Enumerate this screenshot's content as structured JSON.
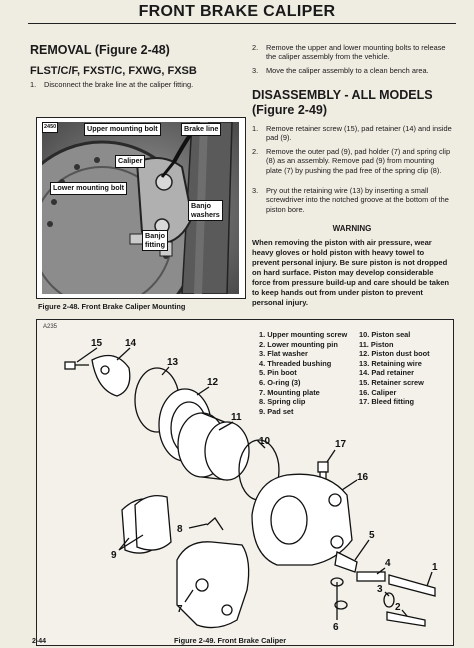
{
  "title": "FRONT BRAKE CALIPER",
  "removal": {
    "heading": "REMOVAL (Figure 2-48)",
    "models": "FLST/C/F, FXST/C, FXWG, FXSB",
    "steps": [
      {
        "num": "1.",
        "text": "Disconnect the brake line at the caliper fitting."
      },
      {
        "num": "2.",
        "text": "Remove the upper and lower mounting bolts to release the caliper assembly from the vehicle."
      },
      {
        "num": "3.",
        "text": "Move the caliper assembly to a clean bench area."
      }
    ]
  },
  "disassembly": {
    "heading_line1": "DISASSEMBLY - ALL MODELS",
    "heading_line2": "(Figure 2-49)",
    "steps": [
      {
        "num": "1.",
        "text": "Remove retainer screw (15), pad retainer (14) and inside pad (9)."
      },
      {
        "num": "2.",
        "text": "Remove the outer pad (9), pad holder (7) and spring clip (8) as an assembly. Remove pad (9) from mounting plate (7) by pushing the pad free of the spring clip (8)."
      },
      {
        "num": "3.",
        "text": "Pry out the retaining wire (13) by inserting a small screwdriver into the notched groove at the bottom of the piston bore."
      }
    ]
  },
  "warning": {
    "heading": "WARNING",
    "text": "When removing the piston with air pressure, wear heavy gloves or hold piston with heavy towel to prevent personal injury. Be sure piston is not dropped on hard surface. Piston may develop considerable force from pressure build-up and care should be taken to keep hands out from under piston to prevent personal injury."
  },
  "figure48": {
    "code": "2450",
    "caption": "Figure 2-48. Front Brake Caliper Mounting",
    "callouts": {
      "upper_bolt": "Upper mounting bolt",
      "brake_line": "Brake line",
      "caliper": "Caliper",
      "lower_bolt": "Lower mounting bolt",
      "banjo_washers_1": "Banjo",
      "banjo_washers_2": "washers",
      "banjo_fitting_1": "Banjo",
      "banjo_fitting_2": "fitting"
    }
  },
  "figure49": {
    "code": "A235",
    "caption": "Figure 2-49. Front Brake Caliper",
    "legend_left": [
      "1. Upper mounting screw",
      "2. Lower mounting pin",
      "3. Flat washer",
      "4. Threaded bushing",
      "5. Pin boot",
      "6. O-ring (3)",
      "7. Mounting plate",
      "8. Spring clip",
      "9. Pad set"
    ],
    "legend_right": [
      "10. Piston seal",
      "11. Piston",
      "12. Piston dust boot",
      "13. Retaining wire",
      "14. Pad retainer",
      "15. Retainer screw",
      "16. Caliper",
      "17. Bleed fitting"
    ],
    "part_numbers": [
      "15",
      "14",
      "13",
      "12",
      "11",
      "10",
      "17",
      "16",
      "9",
      "8",
      "7",
      "6",
      "5",
      "4",
      "3",
      "2",
      "1"
    ]
  },
  "page_number": "2-44"
}
